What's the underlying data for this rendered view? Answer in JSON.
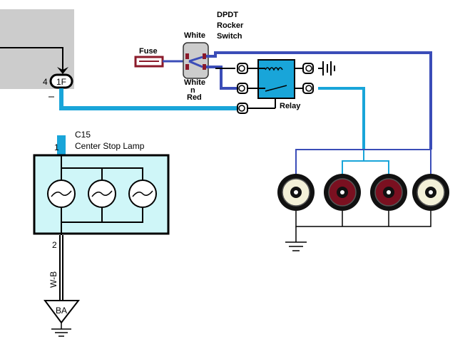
{
  "switch": {
    "title_line1": "DPDT",
    "title_line2": "Rocker",
    "title_line3": "Switch",
    "top_wire_label": "White",
    "bottom_wire_label_a": "White",
    "bottom_wire_label_b": "n",
    "bottom_wire_label_c": "Red"
  },
  "fuse_label": "Fuse",
  "relay_label": "Relay",
  "connector": {
    "pin": "4",
    "name": "1F"
  },
  "lamp": {
    "code": "C15",
    "name": "Center Stop Lamp",
    "pin_top": "1",
    "pin_bottom": "2",
    "wire_color": "W-B",
    "ground_label": "BA"
  },
  "colors": {
    "gray_panel": "#cccccc",
    "blue_wire": "#19a5d9",
    "purple_wire": "#3b4db8",
    "lamp_fill": "#cff6f8",
    "fuse_red": "#8b1a2a"
  },
  "icons": [
    "fuse-icon",
    "relay-coil-icon",
    "relay-contact-icon",
    "bullet-connector-icon",
    "ground-icon",
    "battery-icon",
    "led-light-icon",
    "bulb-icon"
  ]
}
